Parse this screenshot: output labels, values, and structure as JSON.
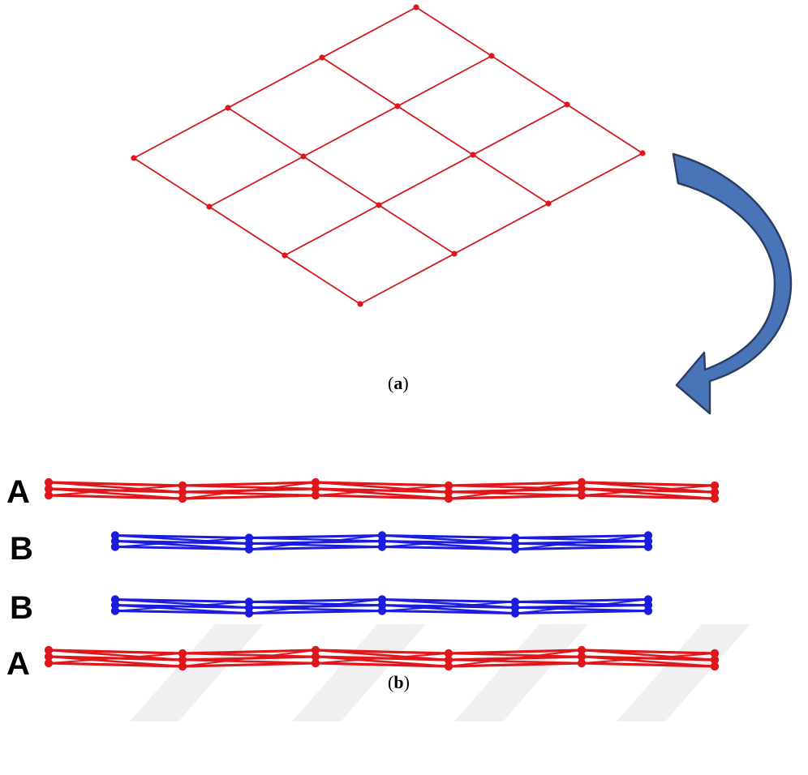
{
  "figure": {
    "panel_a": {
      "open": "(",
      "letter": "a",
      "close": ")"
    },
    "panel_b": {
      "open": "(",
      "letter": "b",
      "close": ")"
    },
    "stacking_labels": [
      "A",
      "B",
      "B",
      "A"
    ],
    "colors": {
      "layer_a": "#e0161b",
      "layer_b": "#1c1ce0",
      "arrow_fill": "#4a74b8",
      "arrow_stroke": "#2d3e66",
      "watermark": "#f0f0f0"
    },
    "icons": [
      "curved-arrow-icon"
    ]
  }
}
